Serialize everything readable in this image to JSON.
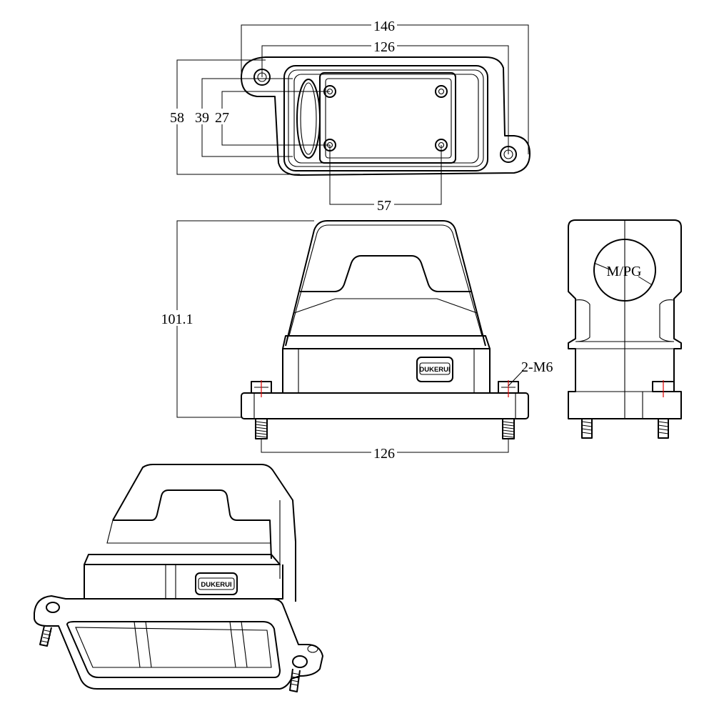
{
  "top_view": {
    "overall_length": "146",
    "hole_spacing": "126",
    "overall_height": "58",
    "inner_height": "39",
    "screw_spacing_vertical": "27",
    "screw_spacing_horizontal": "57"
  },
  "front_view": {
    "height": "101.1",
    "bolt_label": "2-M6",
    "bolt_spacing": "126",
    "brand": "DUKERUI"
  },
  "side_view": {
    "cable_entry_label": "M/PG"
  },
  "iso_view": {
    "brand": "DUKERUI"
  },
  "colors": {
    "line": "#000000",
    "centerline": "#e00000",
    "background": "#ffffff"
  }
}
